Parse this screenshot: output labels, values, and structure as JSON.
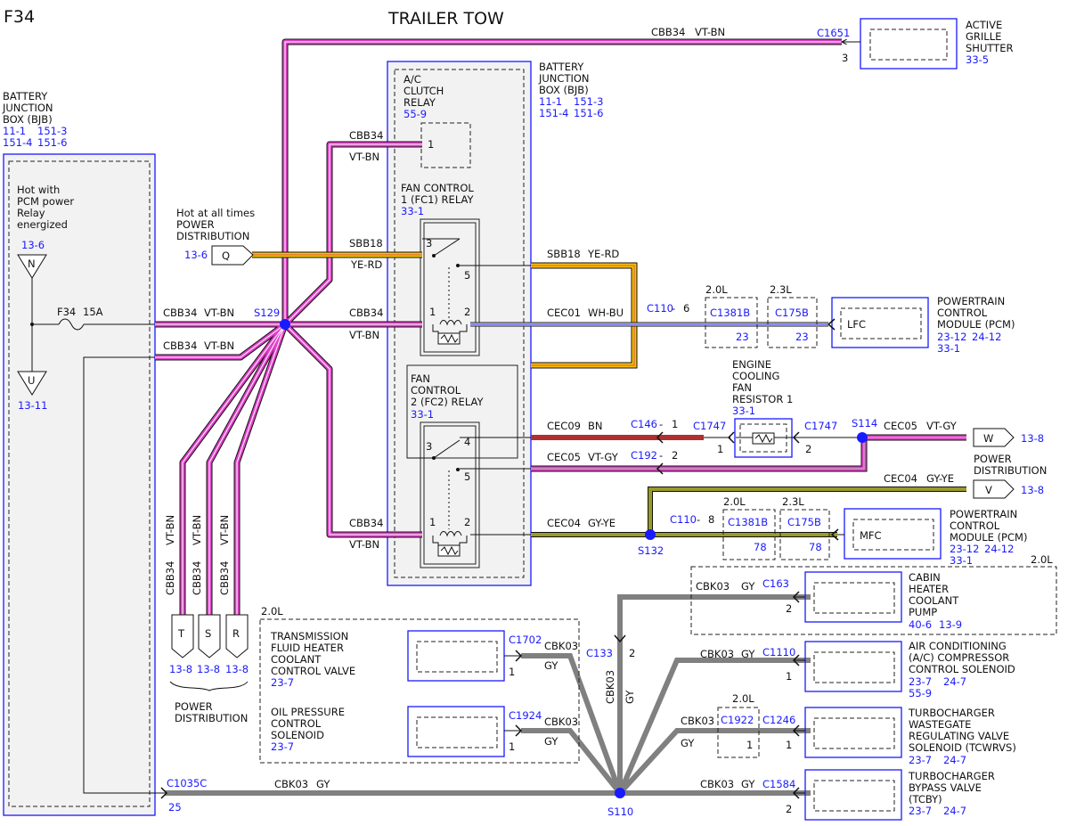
{
  "page": {
    "code": "F34",
    "title": "TRAILER TOW"
  },
  "colors": {
    "pink": "#e040c8",
    "yellow": "#f5c400",
    "olive": "#9a9a2a",
    "darkred": "#b03030",
    "gray": "#808080",
    "wire": "#111111",
    "blue": "#1a1aff",
    "box_fill": "#f2f2f2"
  },
  "bjb_left": {
    "title": [
      "BATTERY",
      "JUNCTION",
      "BOX (BJB)"
    ],
    "refs_row1": [
      "11-1",
      "151-3"
    ],
    "refs_row2": [
      "151-4",
      "151-6"
    ],
    "hot_note": [
      "Hot with",
      "PCM power",
      "Relay",
      "energized"
    ],
    "connector_n": {
      "label": "N",
      "ref": "13-6"
    },
    "connector_u": {
      "label": "U",
      "ref": "13-11"
    },
    "fuse": {
      "name": "F34",
      "rating": "15A"
    }
  },
  "bjb_center": {
    "title": [
      "BATTERY",
      "JUNCTION",
      "BOX (BJB)"
    ],
    "refs_row1": [
      "11-1",
      "151-3"
    ],
    "refs_row2": [
      "151-4",
      "151-6"
    ],
    "ac_relay": {
      "title": [
        "A/C",
        "CLUTCH",
        "RELAY"
      ],
      "ref": "55-9",
      "pin": "1"
    },
    "fc1_relay": {
      "title": [
        "FAN CONTROL",
        "1 (FC1) RELAY"
      ],
      "ref": "33-1",
      "pins": [
        "3",
        "5",
        "1",
        "2"
      ]
    },
    "fc2_relay": {
      "title": [
        "FAN",
        "CONTROL",
        "2 (FC2) RELAY"
      ],
      "ref": "33-1",
      "pins": [
        "3",
        "4",
        "5",
        "1",
        "2"
      ]
    }
  },
  "power_dist_q": {
    "note": [
      "Hot at all times",
      "POWER",
      "DISTRIBUTION"
    ],
    "ref": "13-6",
    "label": "Q"
  },
  "splices": {
    "s129": "S129",
    "s114": "S114",
    "s132": "S132",
    "s110": "S110",
    "c133": "C133",
    "c133_pin": "2"
  },
  "wires": {
    "cbb34": "CBB34",
    "vtbn": "VT-BN",
    "sbb18": "SBB18",
    "yerd": "YE-RD",
    "cec01": "CEC01",
    "whbu": "WH-BU",
    "cec09": "CEC09",
    "bn": "BN",
    "cec05": "CEC05",
    "vtgy": "VT-GY",
    "cec04": "CEC04",
    "gyye": "GY-YE",
    "cbk03": "CBK03",
    "gy": "GY"
  },
  "connectors": {
    "c1651": "C1651",
    "c1651_pin": "3",
    "c110": "C110",
    "c110_pin6": "6",
    "c110_pin8": "8",
    "c1381b": "C1381B",
    "c175b": "C175B",
    "pin23": "23",
    "pin78": "78",
    "v20l": "2.0L",
    "v23l": "2.3L",
    "c146": "C146",
    "c146_pin": "1",
    "c192": "C192",
    "c192_pin": "2",
    "c1747": "C1747",
    "c1747_pin1": "1",
    "c1747_pin2": "2",
    "c163": "C163",
    "c163_pin": "2",
    "c1110": "C1110",
    "c1110_pin": "1",
    "c1922": "C1922",
    "c1922_pin": "1",
    "c1246": "C1246",
    "c1246_pin": "1",
    "c1584": "C1584",
    "c1584_pin": "2",
    "c1702": "C1702",
    "c1702_pin": "1",
    "c1924": "C1924",
    "c1924_pin": "1",
    "c1035c": "C1035C",
    "c1035c_pin": "25"
  },
  "components": {
    "shutter": {
      "title": [
        "ACTIVE",
        "GRILLE",
        "SHUTTER"
      ],
      "ref": "33-5"
    },
    "pcm_top": {
      "title": [
        "POWERTRAIN",
        "CONTROL",
        "MODULE (PCM)"
      ],
      "refs": [
        "23-12",
        "24-12",
        "33-1"
      ],
      "pin_label": "LFC"
    },
    "pcm_bottom": {
      "title": [
        "POWERTRAIN",
        "CONTROL",
        "MODULE (PCM)"
      ],
      "refs": [
        "23-12",
        "24-12",
        "33-1"
      ],
      "pin_label": "MFC"
    },
    "fan_resistor": {
      "title": [
        "ENGINE",
        "COOLING",
        "FAN",
        "RESISTOR 1"
      ],
      "ref": "33-1"
    },
    "power_dist_right": {
      "w": "W",
      "v": "V",
      "ref_w": "13-8",
      "ref_v": "13-8",
      "title": [
        "POWER",
        "DISTRIBUTION"
      ]
    },
    "cabin_pump": {
      "title": [
        "CABIN",
        "HEATER",
        "COOLANT",
        "PUMP"
      ],
      "refs": [
        "40-6",
        "13-9"
      ],
      "variant": "2.0L"
    },
    "ac_solenoid": {
      "title": [
        "AIR CONDITIONING",
        "(A/C) COMPRESSOR",
        "CONTROL SOLENOID"
      ],
      "refs": [
        "23-7",
        "24-7",
        "55-9"
      ]
    },
    "tcwrvs": {
      "title": [
        "TURBOCHARGER",
        "WASTEGATE",
        "REGULATING VALVE",
        "SOLENOID (TCWRVS)"
      ],
      "refs": [
        "23-7",
        "24-7"
      ]
    },
    "tcby": {
      "title": [
        "TURBOCHARGER",
        "BYPASS VALVE",
        "(TCBY)"
      ],
      "refs": [
        "23-7",
        "24-7"
      ]
    },
    "trans_valve": {
      "title": [
        "TRANSMISSION",
        "FLUID HEATER",
        "COOLANT",
        "CONTROL VALVE"
      ],
      "ref": "23-7"
    },
    "oil_solenoid": {
      "title": [
        "OIL PRESSURE",
        "CONTROL",
        "SOLENOID"
      ],
      "ref": "23-7"
    },
    "left_group_variant": "2.0L",
    "power_dist_bottom": {
      "labels": [
        "T",
        "S",
        "R"
      ],
      "refs": [
        "13-8",
        "13-8",
        "13-8"
      ],
      "title": [
        "POWER",
        "DISTRIBUTION"
      ]
    }
  }
}
